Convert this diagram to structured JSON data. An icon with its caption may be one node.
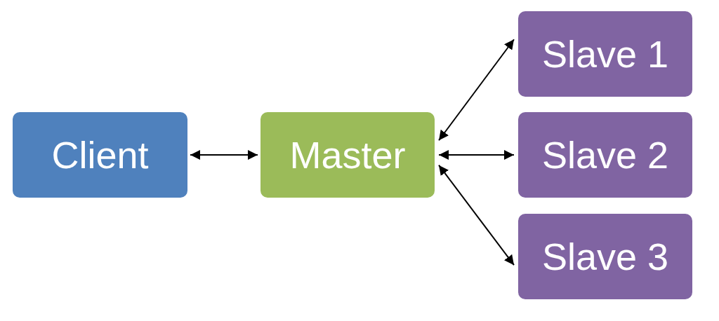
{
  "diagram": {
    "nodes": [
      {
        "text": [
          "Client"
        ]
      },
      {
        "text": [
          "Master"
        ]
      },
      {
        "text": [
          "Slave 1"
        ]
      },
      {
        "text": [
          "Slave 2"
        ]
      },
      {
        "text": [
          "Slave 3"
        ]
      }
    ],
    "edges": [
      {
        "from": 0,
        "to": 1,
        "arrow": "both"
      },
      {
        "from": 1,
        "to": 2,
        "arrow": "both"
      },
      {
        "from": 1,
        "to": 3,
        "arrow": "both"
      },
      {
        "from": 1,
        "to": 4,
        "arrow": "both"
      }
    ]
  }
}
